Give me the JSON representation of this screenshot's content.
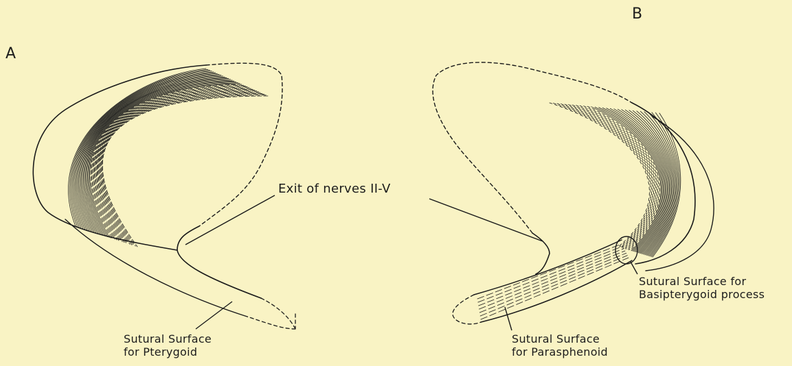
{
  "figure": {
    "panel_a": "A",
    "panel_b": "B",
    "labels": {
      "exit_nerves": "Exit of nerves II-V",
      "pterygoid_line1": "Sutural Surface",
      "pterygoid_line2": "for Pterygoid",
      "basipterygoid_line1": "Sutural Surface for",
      "basipterygoid_line2": "Basipterygoid process",
      "parasphenoid_line1": "Sutural Surface",
      "parasphenoid_line2": "for Parasphenoid"
    },
    "colors": {
      "background": "#f9f3c4",
      "ink": "#1a1a1a"
    }
  }
}
